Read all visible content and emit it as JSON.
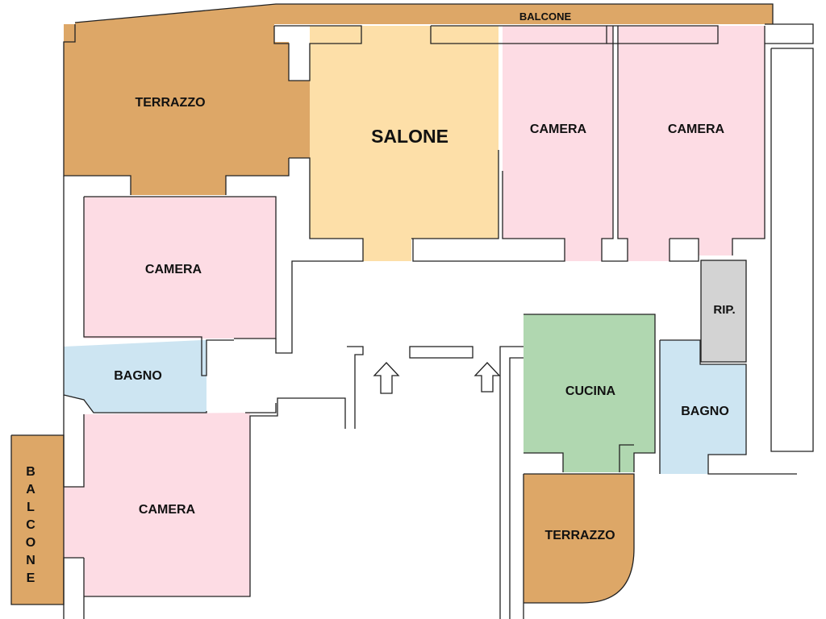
{
  "colors": {
    "terrace": "#DDA767",
    "bedroom": "#FDDCE4",
    "living": "#FDDFA8",
    "bath": "#CDE5F2",
    "kitchen": "#B0D7B0",
    "storage": "#D3D3D3",
    "wall": "#222222",
    "background": "#FFFFFF"
  },
  "rooms": [
    {
      "id": "balcone-top",
      "type": "terrace",
      "label": "BALCONE"
    },
    {
      "id": "terrazzo-top",
      "type": "terrace",
      "label": "TERRAZZO"
    },
    {
      "id": "salone",
      "type": "living",
      "label": "SALONE"
    },
    {
      "id": "camera-top-center",
      "type": "bedroom",
      "label": "CAMERA"
    },
    {
      "id": "camera-top-right",
      "type": "bedroom",
      "label": "CAMERA"
    },
    {
      "id": "camera-left-upper",
      "type": "bedroom",
      "label": "CAMERA"
    },
    {
      "id": "bagno-left",
      "type": "bath",
      "label": "BAGNO"
    },
    {
      "id": "camera-left-lower",
      "type": "bedroom",
      "label": "CAMERA"
    },
    {
      "id": "balcone-left",
      "type": "terrace",
      "label": "BALCONE"
    },
    {
      "id": "ripostiglio",
      "type": "storage",
      "label": "RIP."
    },
    {
      "id": "cucina",
      "type": "kitchen",
      "label": "CUCINA"
    },
    {
      "id": "bagno-right",
      "type": "bath",
      "label": "BAGNO"
    },
    {
      "id": "terrazzo-bottom",
      "type": "terrace",
      "label": "TERRAZZO"
    }
  ],
  "entrance_arrows": [
    {
      "id": "arrow-left",
      "icon": "up-arrow-icon"
    },
    {
      "id": "arrow-right",
      "icon": "up-arrow-icon"
    }
  ]
}
